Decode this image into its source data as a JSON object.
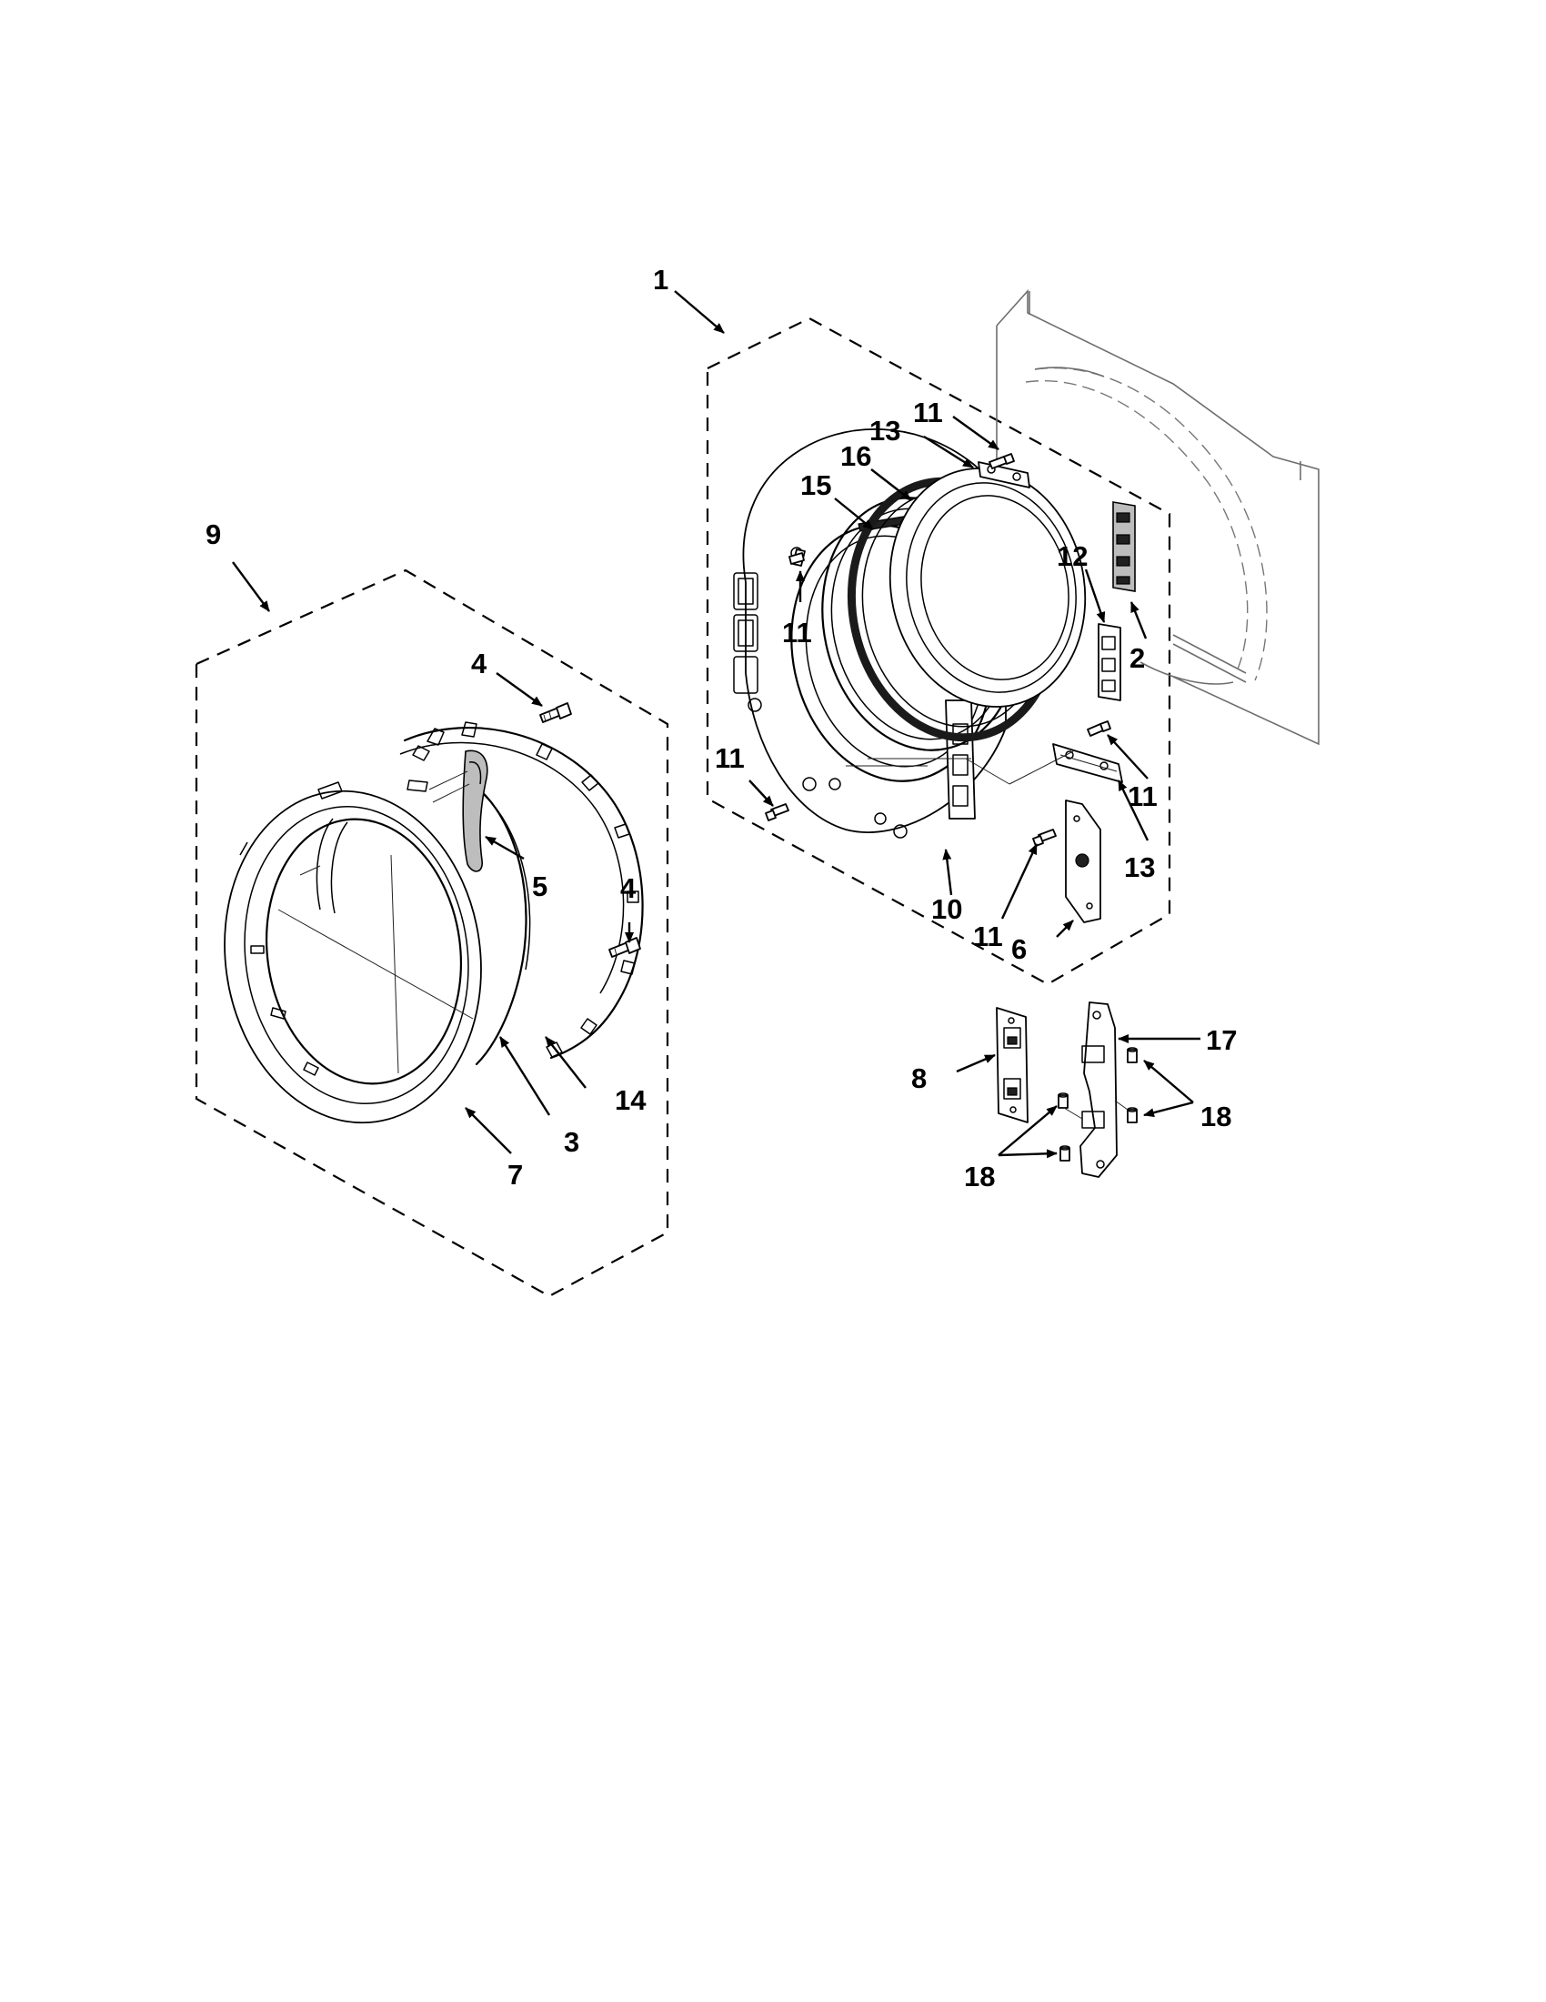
{
  "callouts": {
    "c1": "1",
    "c2": "2",
    "c3": "3",
    "c4a": "4",
    "c4b": "4",
    "c5": "5",
    "c6": "6",
    "c7": "7",
    "c8": "8",
    "c9": "9",
    "c10": "10",
    "c11a": "11",
    "c11b": "11",
    "c11c": "11",
    "c11d": "11",
    "c11e": "11",
    "c12": "12",
    "c13a": "13",
    "c13b": "13",
    "c14": "14",
    "c15": "15",
    "c16": "16",
    "c17": "17",
    "c18a": "18",
    "c18b": "18"
  }
}
